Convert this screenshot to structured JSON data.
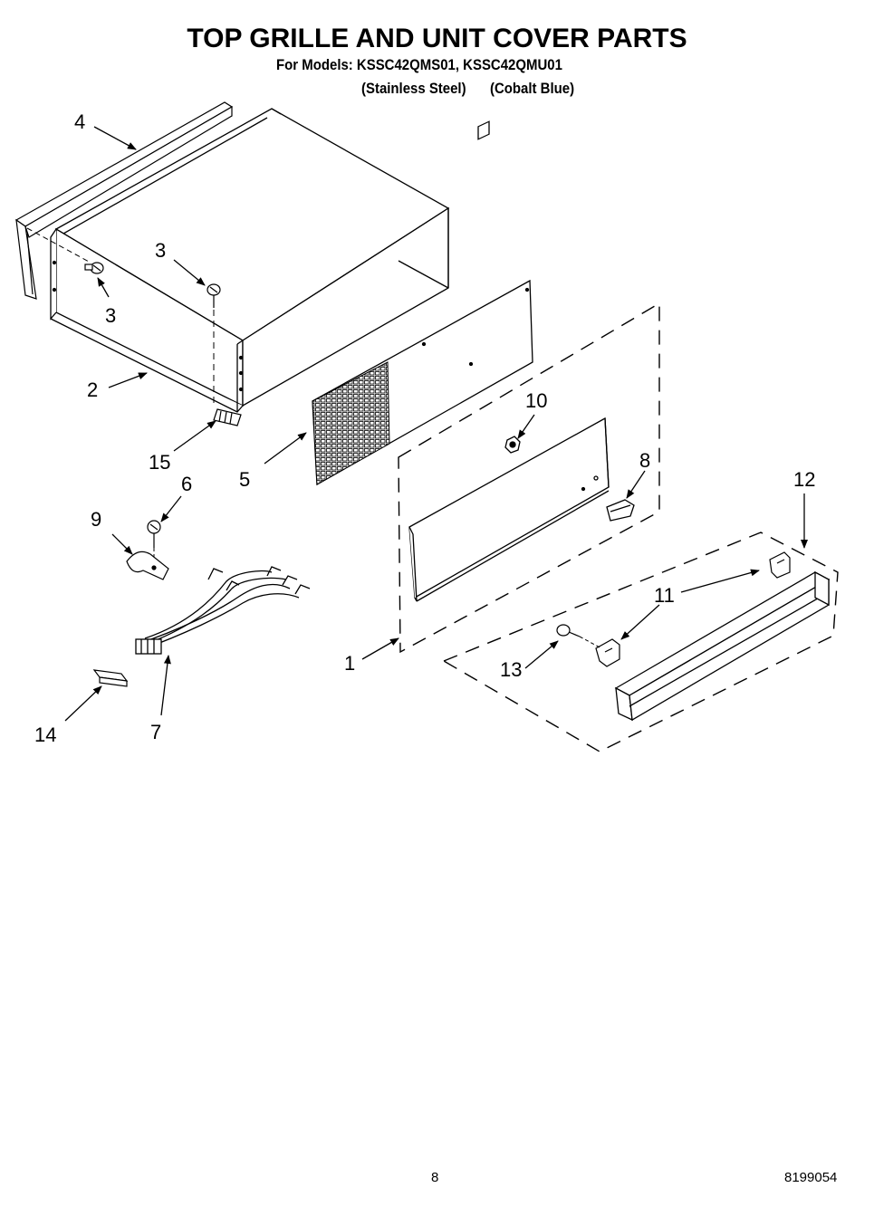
{
  "header": {
    "title": "TOP GRILLE AND UNIT COVER PARTS",
    "models": "For Models: KSSC42QMS01, KSSC42QMU01",
    "finish_1": "(Stainless Steel)",
    "finish_2": "(Cobalt Blue)"
  },
  "callouts": {
    "c1": "1",
    "c2": "2",
    "c3a": "3",
    "c3b": "3",
    "c4": "4",
    "c5": "5",
    "c6": "6",
    "c7": "7",
    "c8": "8",
    "c9": "9",
    "c10": "10",
    "c11": "11",
    "c12": "12",
    "c13": "13",
    "c14": "14",
    "c15": "15"
  },
  "footer": {
    "page_number": "8",
    "document_number": "8199054"
  }
}
